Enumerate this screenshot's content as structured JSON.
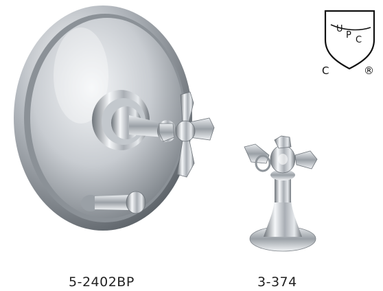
{
  "products": [
    {
      "model": "5-2402BP",
      "description": "pressure balance valve trim with round wall plate, cross handle and diverter"
    },
    {
      "model": "3-374",
      "description": "cross handle trim"
    }
  ],
  "certification": {
    "mark": "UPC",
    "letters": [
      "U",
      "P",
      "C"
    ],
    "country_mark": "C",
    "registered_symbol": "®"
  },
  "colors": {
    "background": "#ffffff",
    "chrome_light": "#e9ecef",
    "chrome_mid": "#b9bec4",
    "chrome_dark": "#6f757b",
    "label_text": "#222222"
  }
}
